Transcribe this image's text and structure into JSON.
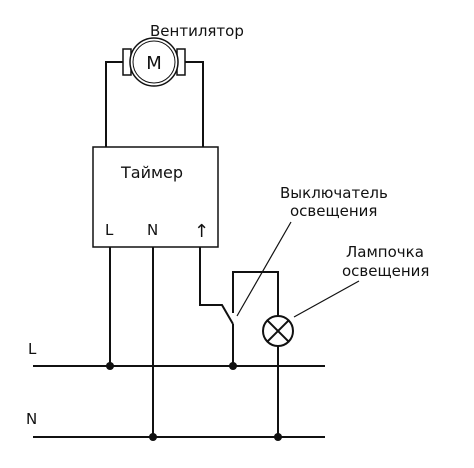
{
  "diagram": {
    "fan_label": "Вентилятор",
    "motor_symbol": "M",
    "timer_label": "Таймер",
    "timer_terminals": {
      "l": "L",
      "n": "N",
      "out": "↑"
    },
    "switch_label_line1": "Выключатель",
    "switch_label_line2": "освещения",
    "lamp_label_line1": "Лампочка",
    "lamp_label_line2": "освещения",
    "bus_l": "L",
    "bus_n": "N"
  }
}
